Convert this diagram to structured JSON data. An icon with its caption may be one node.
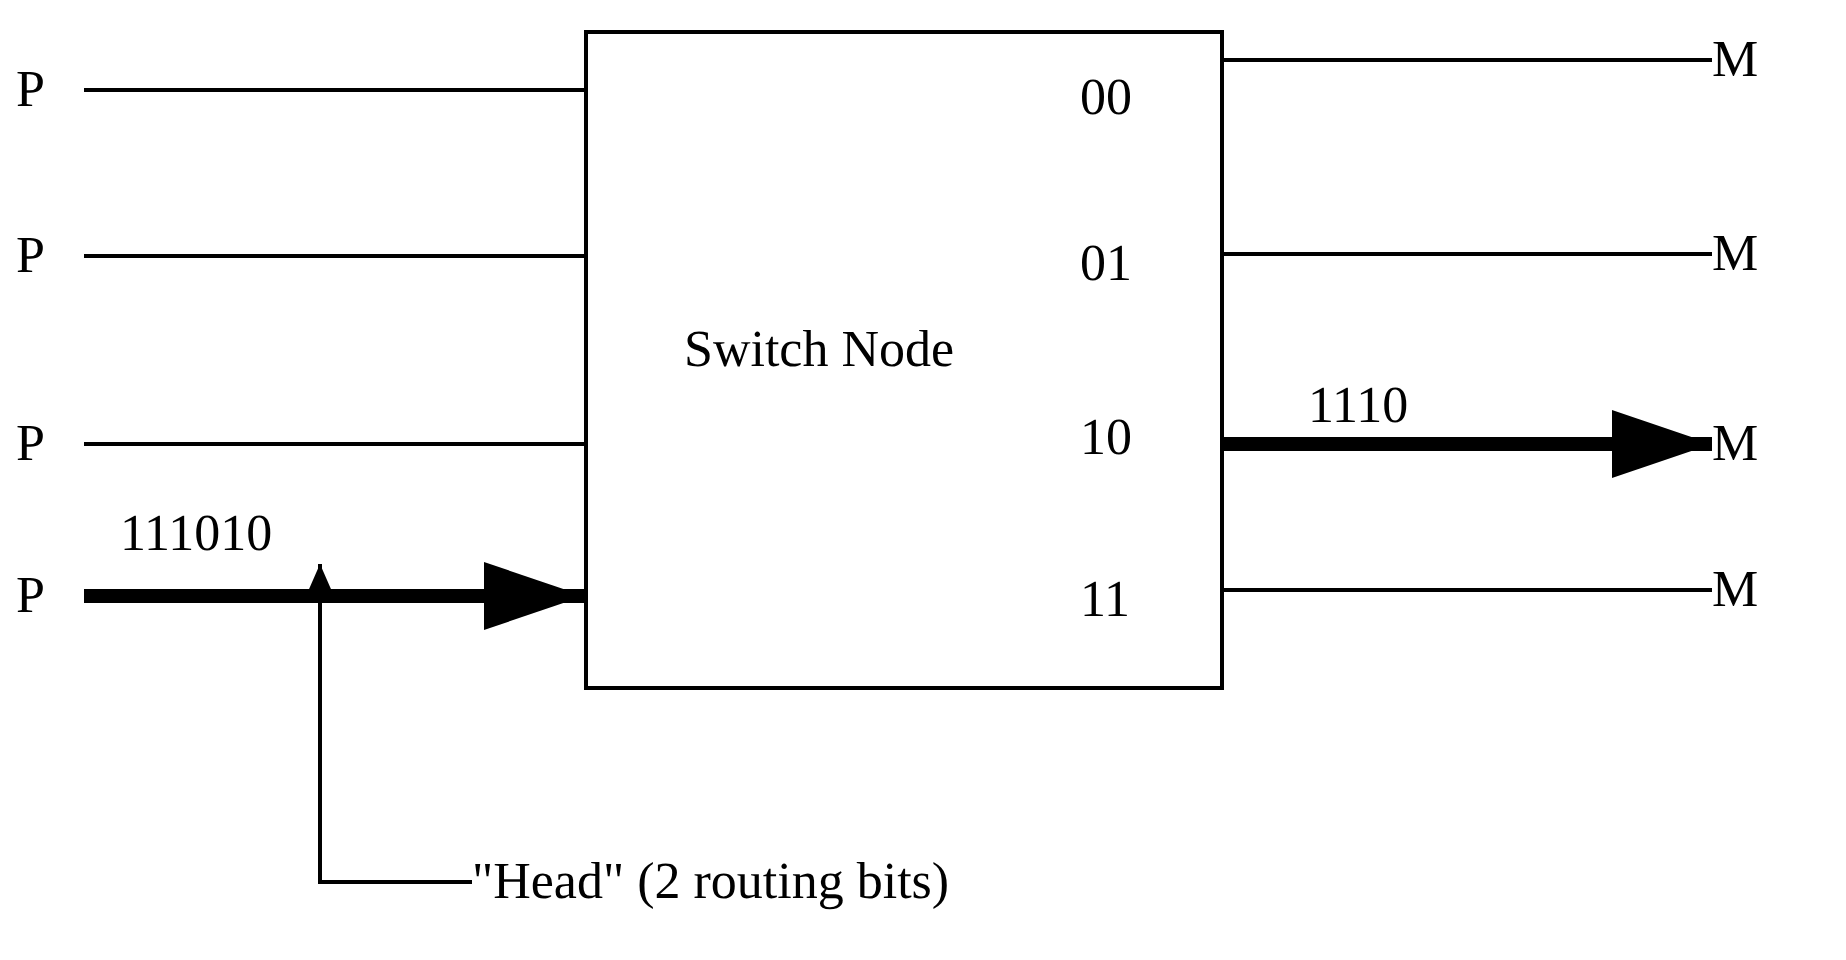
{
  "diagram": {
    "nodes": [
      {
        "text": [
          "P"
        ]
      },
      {
        "text": [
          "P"
        ]
      },
      {
        "text": [
          "P"
        ]
      },
      {
        "text": [
          "P"
        ]
      },
      {
        "text": [
          "Switch Node"
        ]
      },
      {
        "text": [
          "M"
        ]
      },
      {
        "text": [
          "M"
        ]
      },
      {
        "text": [
          "M"
        ]
      },
      {
        "text": [
          "M"
        ]
      },
      {
        "text": [
          "\"Head\" (2 routing bits)"
        ]
      }
    ],
    "edges": [
      {
        "from": 0,
        "to": 4,
        "arrow": "none"
      },
      {
        "from": 1,
        "to": 4,
        "arrow": "none"
      },
      {
        "from": 2,
        "to": 4,
        "arrow": "none"
      },
      {
        "from": 3,
        "to": 4,
        "arrow": "to",
        "style": "thick",
        "label": "111010"
      },
      {
        "from": 4,
        "to": 5,
        "arrow": "none"
      },
      {
        "from": 4,
        "to": 6,
        "arrow": "none"
      },
      {
        "from": 4,
        "to": 7,
        "arrow": "to",
        "style": "thick",
        "label": "1110"
      },
      {
        "from": 4,
        "to": 8,
        "arrow": "none"
      },
      {
        "from": 9,
        "to": null,
        "arrow": "to"
      }
    ],
    "labels": [
      "00",
      "01",
      "10",
      "11"
    ]
  }
}
